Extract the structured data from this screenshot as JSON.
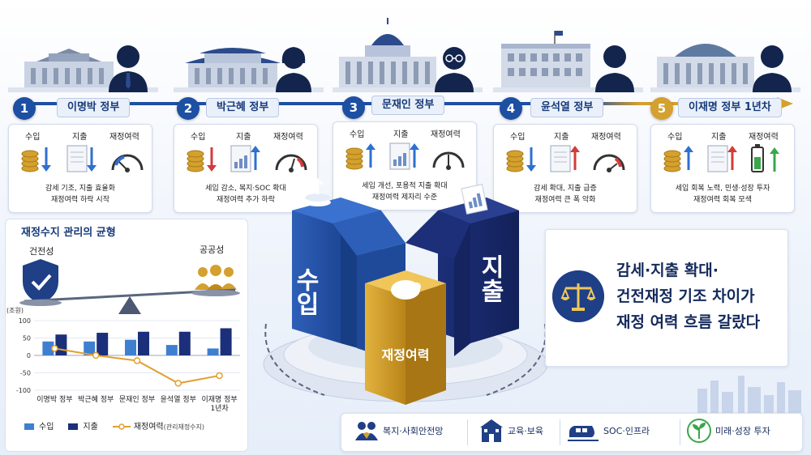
{
  "timeline": [
    {
      "num": "1",
      "name": "이명박 정부",
      "labels": [
        "수입",
        "지출",
        "재정여력"
      ],
      "desc": [
        "감세 기조, 지출 효율화",
        "재정여력 하락 시작"
      ]
    },
    {
      "num": "2",
      "name": "박근혜 정부",
      "labels": [
        "수입",
        "지출",
        "재정여력"
      ],
      "desc": [
        "세입 감소, 복지·SOC 확대",
        "재정여력 추가 하락"
      ]
    },
    {
      "num": "3",
      "name": "문재인 정부",
      "labels": [
        "수입",
        "지출",
        "재정여력"
      ],
      "desc": [
        "세입 개선, 포용적 지출 확대",
        "재정여력 제자리 수준"
      ]
    },
    {
      "num": "4",
      "name": "윤석열 정부",
      "labels": [
        "수입",
        "지출",
        "재정여력"
      ],
      "desc": [
        "감세 확대, 지출 급증",
        "재정여력 큰 폭 악화"
      ]
    },
    {
      "num": "5",
      "name": "이재명 정부 1년차",
      "labels": [
        "수입",
        "지출",
        "재정여력"
      ],
      "desc": [
        "세입 회복 노력, 민생·성장 투자",
        "재정여력 회복 모색"
      ]
    }
  ],
  "balance": {
    "title": "재정수지 관리의 균형",
    "left": "건전성",
    "right": "공공성"
  },
  "chart_data": {
    "type": "bar",
    "ylabel": "(조원)",
    "yticks": [
      100,
      50,
      0,
      -50,
      -100
    ],
    "ylim": [
      -100,
      100
    ],
    "categories": [
      "이명박 정부",
      "박근혜 정부",
      "문재인 정부",
      "윤석열 정부",
      "이재명 정부\n1년차"
    ],
    "series": [
      {
        "name": "수입",
        "type": "bar",
        "color": "#3f7fd0",
        "values": [
          40,
          40,
          45,
          30,
          20
        ]
      },
      {
        "name": "지출",
        "type": "bar",
        "color": "#1b2f7a",
        "values": [
          60,
          65,
          68,
          68,
          78
        ]
      },
      {
        "name": "재정여력",
        "note": "(관리재정수지)",
        "type": "line",
        "color": "#e0a030",
        "values": [
          20,
          0,
          -15,
          -80,
          -58
        ]
      }
    ]
  },
  "legend": {
    "revenue": "수입",
    "expense": "지출",
    "capacity": "재정여력",
    "capacity_note": "(관리재정수지)"
  },
  "center": {
    "revenue": "수입",
    "expense": "지출",
    "capacity": "재정여력"
  },
  "headline": {
    "text": "감세·지출 확대·\n건전재정 기조 차이가\n재정 여력 흐름 갈랐다"
  },
  "categories": [
    {
      "icon": "welfare-icon",
      "label": "복지·사회안전망"
    },
    {
      "icon": "education-icon",
      "label": "교육·보육"
    },
    {
      "icon": "train-icon",
      "label": "SOC·인프라"
    },
    {
      "icon": "sprout-icon",
      "label": "미래·성장 투자"
    }
  ],
  "colors": {
    "navy": "#1b2f7a",
    "blue": "#2f62b8",
    "gold": "#d4a02e",
    "up": "#2f6fd0",
    "down": "#d33b3b",
    "green": "#3aa64a"
  }
}
